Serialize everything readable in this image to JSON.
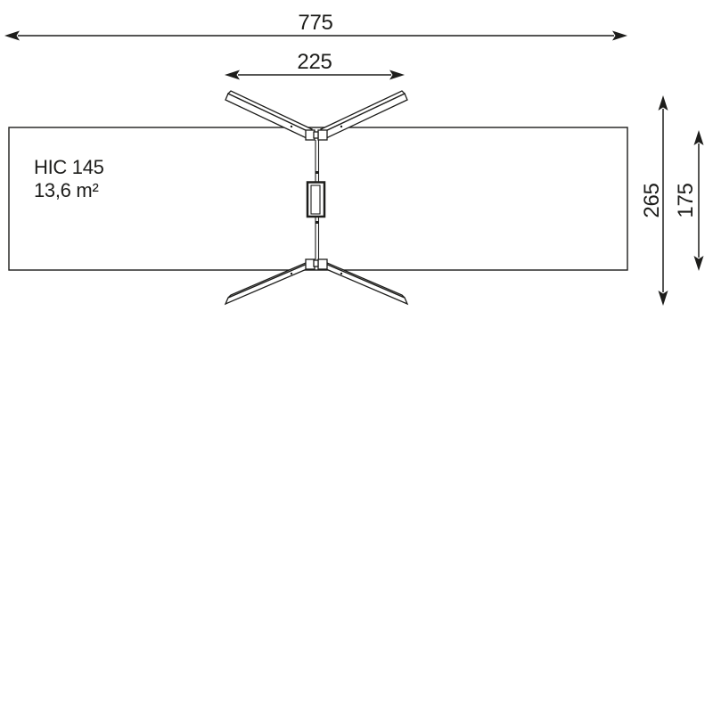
{
  "drawing": {
    "zone": {
      "label_line1": "HIC 145",
      "label_line2": "13,6 m²"
    },
    "dimensions": {
      "overall_width": "775",
      "equipment_width": "225",
      "overall_depth": "265",
      "zone_depth": "175"
    },
    "colors": {
      "ink": "#1d1d1b",
      "background": "#ffffff"
    }
  }
}
